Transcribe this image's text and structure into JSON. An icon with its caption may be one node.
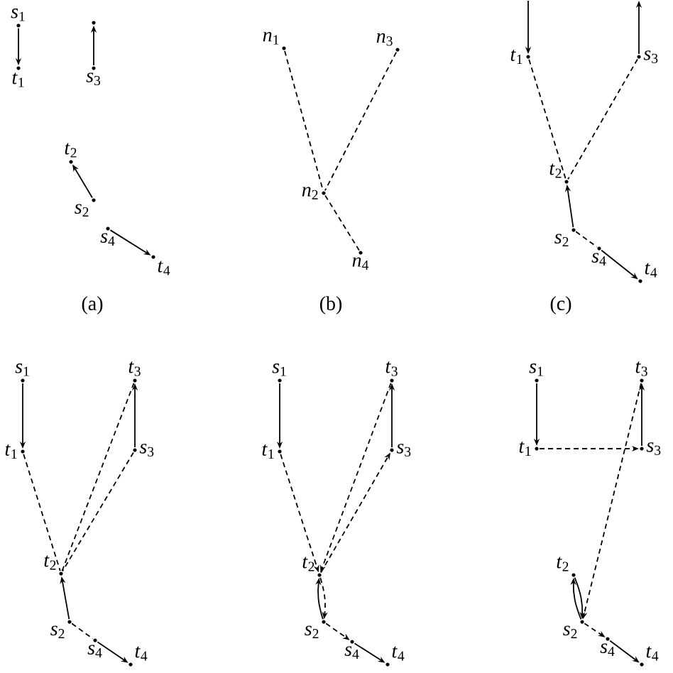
{
  "diagram": {
    "nodes": [
      {
        "text": [
          "*s*$_{1}$"
        ]
      },
      {
        "text": [
          "*t*$_{1}$"
        ]
      },
      {
        "text": [],
        "shape": "circle"
      },
      {
        "text": [
          "*s*$_{3}$"
        ]
      },
      {
        "text": [
          "*t*$_{2}$"
        ]
      },
      {
        "text": [
          "*s*$_{2}$"
        ]
      },
      {
        "text": [
          "*s*$_{4}$"
        ]
      },
      {
        "text": [
          "*t*$_{4}$"
        ]
      },
      {
        "text": [
          "*n*$_{1}$"
        ]
      },
      {
        "text": [
          "*n*$_{3}$"
        ]
      },
      {
        "text": [
          "*n*$_{2}$"
        ]
      },
      {
        "text": [
          "*n*$_{4}$"
        ]
      },
      {
        "text": [
          "*t*$_{1}$"
        ]
      },
      {
        "text": [
          "*s*$_{3}$"
        ]
      },
      {
        "text": [
          "*t*$_{2}$"
        ]
      },
      {
        "text": [
          "*s*$_{2}$"
        ]
      },
      {
        "text": [
          "*s*$_{4}$"
        ]
      },
      {
        "text": [
          "*t*$_{4}$"
        ]
      },
      {
        "text": [
          "*s*$_{1}$"
        ]
      },
      {
        "text": [
          "*t*$_{1}$"
        ]
      },
      {
        "text": [
          "*t*$_{3}$"
        ]
      },
      {
        "text": [
          "*s*$_{3}$"
        ]
      },
      {
        "text": [
          "*t*$_{2}$"
        ]
      },
      {
        "text": [
          "*s*$_{2}$"
        ]
      },
      {
        "text": [
          "*s*$_{4}$"
        ]
      },
      {
        "text": [
          "*t*$_{4}$"
        ]
      },
      {
        "text": [
          "*s*$_{1}$"
        ]
      },
      {
        "text": [
          "*t*$_{1}$"
        ]
      },
      {
        "text": [
          "*t*$_{3}$"
        ]
      },
      {
        "text": [
          "*s*$_{3}$"
        ]
      },
      {
        "text": [
          "*t*$_{2}$"
        ]
      },
      {
        "text": [
          "*s*$_{2}$"
        ]
      },
      {
        "text": [
          "*s*$_{4}$"
        ]
      },
      {
        "text": [
          "*t*$_{4}$"
        ]
      },
      {
        "text": [
          "*s*$_{1}$"
        ]
      },
      {
        "text": [
          "*t*$_{1}$"
        ]
      },
      {
        "text": [
          "*t*$_{3}$"
        ]
      },
      {
        "text": [
          "*s*$_{3}$"
        ]
      },
      {
        "text": [
          "*t*$_{2}$"
        ]
      },
      {
        "text": [
          "*s*$_{2}$"
        ]
      },
      {
        "text": [
          "*s*$_{4}$"
        ]
      },
      {
        "text": [
          "*t*$_{4}$"
        ]
      }
    ],
    "edges": [
      {
        "from": 0,
        "to": 1,
        "arrow": "to"
      },
      {
        "from": 3,
        "to": 2,
        "arrow": "to"
      },
      {
        "from": 5,
        "to": 4,
        "arrow": "to"
      },
      {
        "from": 6,
        "to": 7,
        "arrow": "to"
      },
      {
        "from": 8,
        "to": 10,
        "arrow": "none",
        "style": "dashed"
      },
      {
        "from": 9,
        "to": 10,
        "arrow": "none",
        "style": "dashed"
      },
      {
        "from": 10,
        "to": 11,
        "arrow": "none",
        "style": "dashed"
      },
      {
        "from": null,
        "to": 12,
        "arrow": "to"
      },
      {
        "from": 13,
        "to": null,
        "arrow": "to"
      },
      {
        "from": 12,
        "to": 14,
        "arrow": "none",
        "style": "dashed"
      },
      {
        "from": 13,
        "to": 14,
        "arrow": "none",
        "style": "dashed"
      },
      {
        "from": 15,
        "to": 14,
        "arrow": "to"
      },
      {
        "from": 15,
        "to": 16,
        "arrow": "none",
        "style": "dashed"
      },
      {
        "from": 16,
        "to": 17,
        "arrow": "to"
      },
      {
        "from": 18,
        "to": 19,
        "arrow": "to"
      },
      {
        "from": 21,
        "to": 20,
        "arrow": "to"
      },
      {
        "from": 19,
        "to": 22,
        "arrow": "none",
        "style": "dashed"
      },
      {
        "from": 20,
        "to": 22,
        "arrow": "none",
        "style": "dashed"
      },
      {
        "from": 21,
        "to": 22,
        "arrow": "none",
        "style": "dashed"
      },
      {
        "from": 23,
        "to": 22,
        "arrow": "to"
      },
      {
        "from": 23,
        "to": 24,
        "arrow": "none",
        "style": "dashed"
      },
      {
        "from": 24,
        "to": 25,
        "arrow": "to"
      },
      {
        "from": 26,
        "to": 27,
        "arrow": "to"
      },
      {
        "from": 29,
        "to": 28,
        "arrow": "to"
      },
      {
        "from": 27,
        "to": 30,
        "arrow": "to",
        "style": "dashed"
      },
      {
        "from": 28,
        "to": 30,
        "arrow": "to",
        "style": "dashed"
      },
      {
        "from": 30,
        "to": 29,
        "arrow": "to",
        "style": "dashed"
      },
      {
        "from": 30,
        "to": 31,
        "arrow": "to",
        "style": "dashed"
      },
      {
        "from": 31,
        "to": 30,
        "arrow": "to"
      },
      {
        "from": 31,
        "to": 32,
        "arrow": "to",
        "style": "dashed"
      },
      {
        "from": 32,
        "to": 33,
        "arrow": "to"
      },
      {
        "from": 34,
        "to": 35,
        "arrow": "to"
      },
      {
        "from": 37,
        "to": 36,
        "arrow": "to"
      },
      {
        "from": 35,
        "to": 37,
        "arrow": "to",
        "style": "dashed"
      },
      {
        "from": 36,
        "to": 39,
        "arrow": "to",
        "style": "dashed"
      },
      {
        "from": 39,
        "to": 38,
        "arrow": "to"
      },
      {
        "from": 38,
        "to": 39,
        "arrow": "to"
      },
      {
        "from": 39,
        "to": 40,
        "arrow": "to",
        "style": "dashed"
      },
      {
        "from": 40,
        "to": 41,
        "arrow": "to"
      }
    ],
    "labels": [
      "(a)",
      "(b)",
      "(c)"
    ]
  }
}
